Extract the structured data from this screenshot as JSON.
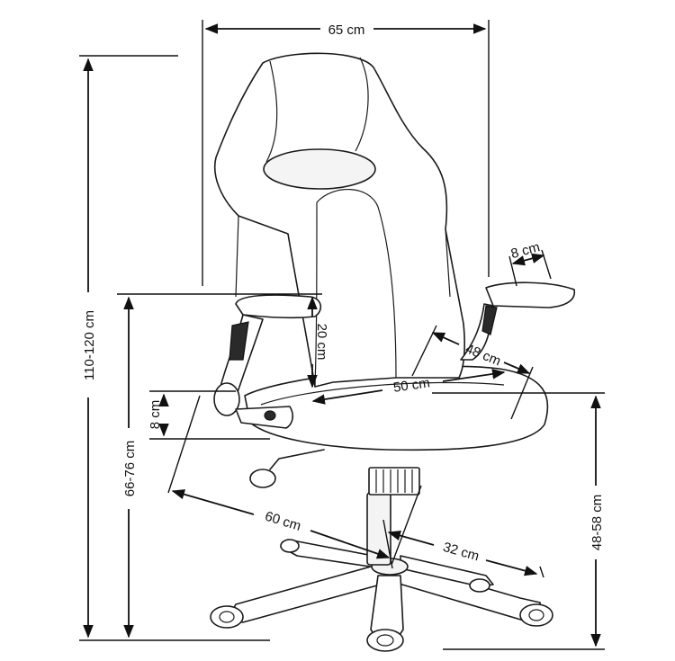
{
  "dimensions": {
    "width": "65 cm",
    "total_height": "110-120 cm",
    "armrest_height": "66-76 cm",
    "seat_height": "48-58 cm",
    "backrest_above_arm": "20 cm",
    "armrest_width": "8 cm",
    "seat_thickness": "8 cm",
    "seat_depth": "48 cm",
    "seat_width": "50 cm",
    "base_diameter": "60 cm",
    "base_radius": "32 cm"
  }
}
